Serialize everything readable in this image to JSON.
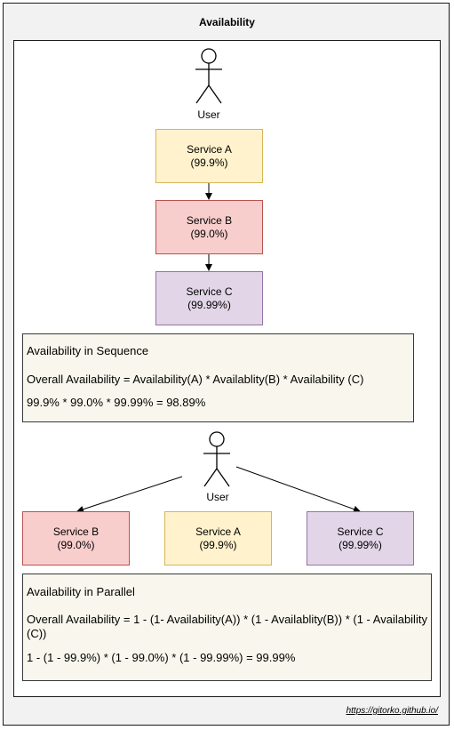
{
  "title": "Availability",
  "sequence": {
    "user_label": "User",
    "services": [
      {
        "name": "Service A",
        "availability": "(99.9%)"
      },
      {
        "name": "Service B",
        "availability": "(99.0%)"
      },
      {
        "name": "Service C",
        "availability": "(99.99%)"
      }
    ],
    "note": {
      "heading": "Availability in Sequence",
      "formula": "Overall Availability = Availability(A) * Availablity(B) * Availability (C)",
      "result": "99.9% * 99.0% * 99.99% = 98.89%"
    }
  },
  "parallel": {
    "user_label": "User",
    "services": [
      {
        "name": "Service B",
        "availability": "(99.0%)"
      },
      {
        "name": "Service A",
        "availability": "(99.9%)"
      },
      {
        "name": "Service C",
        "availability": "(99.99%)"
      }
    ],
    "note": {
      "heading": "Availability in Parallel",
      "formula": "Overall Availability = 1 - (1- Availability(A)) * (1 - Availablity(B)) * (1 - Availability (C))",
      "result": "1 - (1 - 99.9%) * (1 - 99.0%) * (1 - 99.99%) = 99.99%"
    }
  },
  "credit": "https://gitorko.github.io/",
  "colors": {
    "service_a_fill": "#fff2cc",
    "service_b_fill": "#f8cecc",
    "service_c_fill": "#e1d5e7",
    "note_fill": "#f9f7ed"
  }
}
